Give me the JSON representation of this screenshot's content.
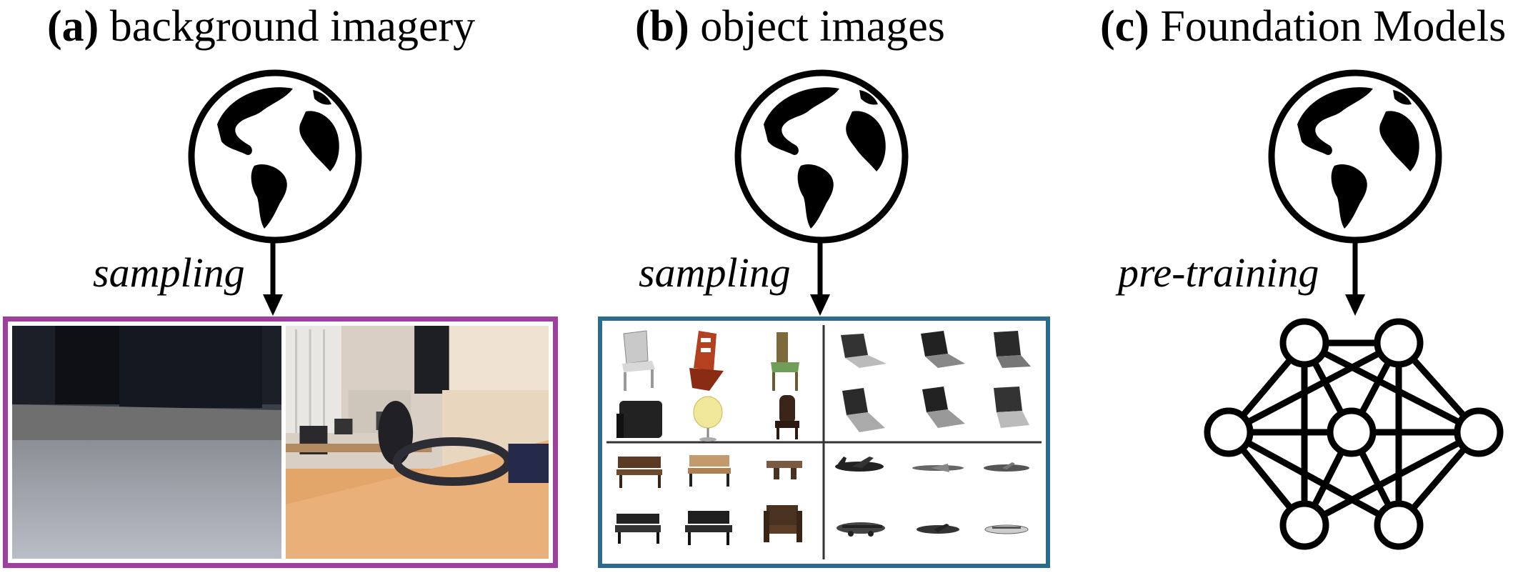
{
  "panels": [
    {
      "id": "a",
      "letter": "(a)",
      "title": "background imagery",
      "arrow_label": "sampling"
    },
    {
      "id": "b",
      "letter": "(b)",
      "title": "object images",
      "arrow_label": "sampling"
    },
    {
      "id": "c",
      "letter": "(c)",
      "title": "Foundation Models",
      "arrow_label": "pre-training"
    }
  ],
  "frame_colors": {
    "background_imagery": "#9e3fa0",
    "object_images": "#2b6c8e"
  },
  "icons": [
    "globe-icon",
    "neural-network-icon"
  ]
}
